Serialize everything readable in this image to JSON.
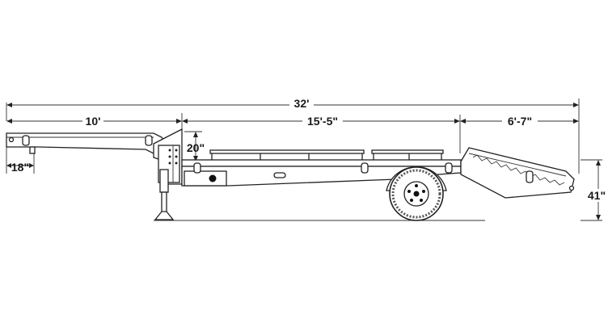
{
  "diagram": {
    "dimensions": {
      "overall_length": "32'",
      "gooseneck_length": "10'",
      "deck_length": "15'-5\"",
      "ramp_length": "6'-7\"",
      "deck_drop": "20\"",
      "hitch_offset": "18\"",
      "deck_height": "41\""
    }
  }
}
